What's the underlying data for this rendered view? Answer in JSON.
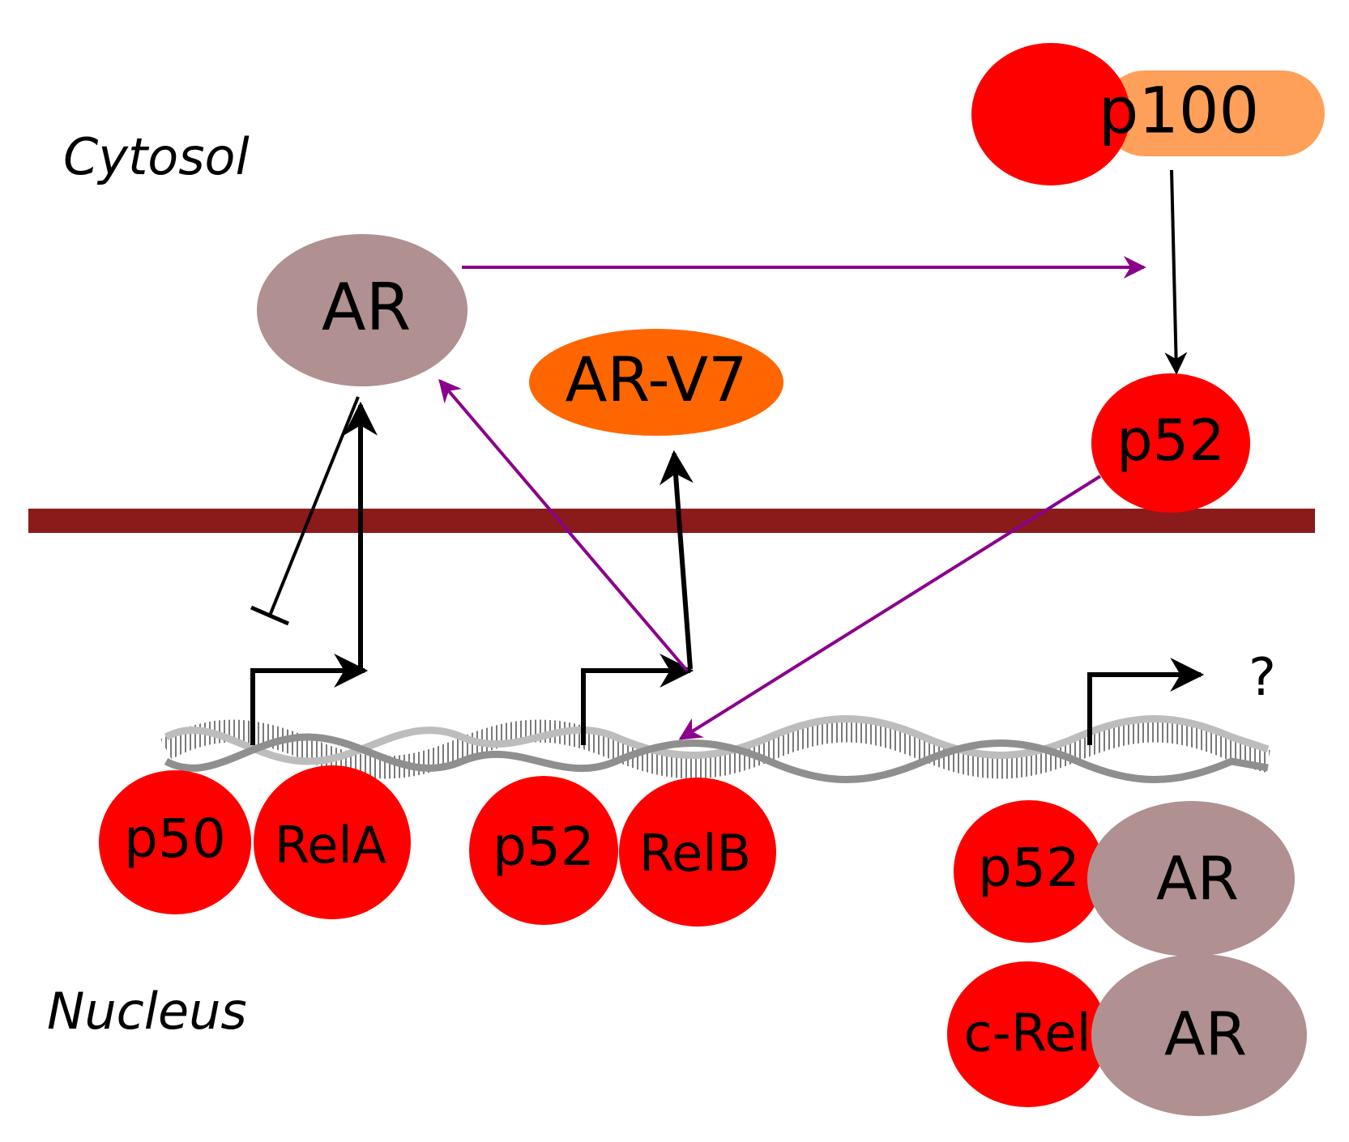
{
  "regions": {
    "cytosol": "Cytosol",
    "nucleus": "Nucleus"
  },
  "proteins": {
    "p100": "p100",
    "ar_cytosol": "AR",
    "ar_v7": "AR-V7",
    "p52_cytosol": "p52",
    "p50": "p50",
    "rela": "RelA",
    "p52_complex": "p52",
    "relb": "RelB",
    "p52_ar": "p52",
    "ar_with_p52": "AR",
    "c_rel": "c-Rel",
    "ar_with_crel": "AR"
  },
  "unknown_target": "?",
  "colors": {
    "red": "#ff0000",
    "ar_grey": "#b09090",
    "ar_v7_orange": "#ff6600",
    "p100_tail_orange": "#ffa05a",
    "membrane": "#8b1a1a",
    "purple_arrow": "#8b008b",
    "black_arrow": "#000000"
  }
}
